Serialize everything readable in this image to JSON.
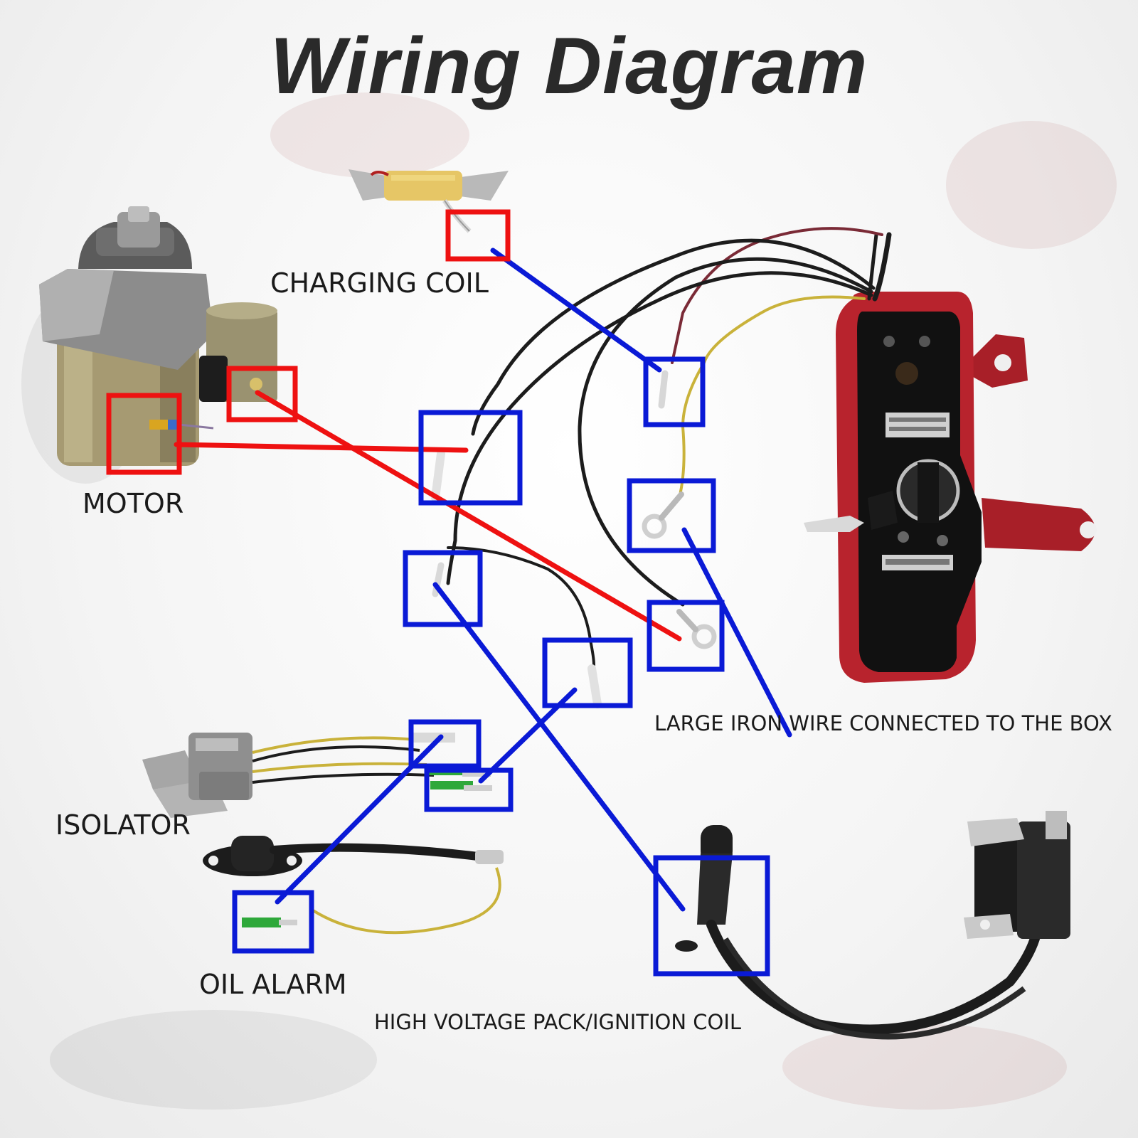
{
  "title": "Wiring Diagram",
  "labels": {
    "charging_coil": "CHARGING COIL",
    "motor": "MOTOR",
    "isolator": "ISOLATOR",
    "oil_alarm": "OIL ALARM",
    "high_voltage_pack": "HIGH VOLTAGE PACK/IGNITION COIL",
    "large_iron_wire": "LARGE IRON WIRE CONNECTED TO THE BOX"
  },
  "colors": {
    "highlight_blue": "#0a1ad6",
    "highlight_red": "#ee1111",
    "switch_box_red": "#b8232d",
    "wire_black": "#1c1c1c",
    "wire_yellow": "#c9b23a",
    "wire_maroon": "#7a2a36"
  },
  "icons": [
    "starter-motor-icon",
    "charging-coil-icon",
    "engine-switch-box-icon",
    "ignition-coil-icon",
    "isolator-icon",
    "oil-alarm-sensor-icon"
  ]
}
